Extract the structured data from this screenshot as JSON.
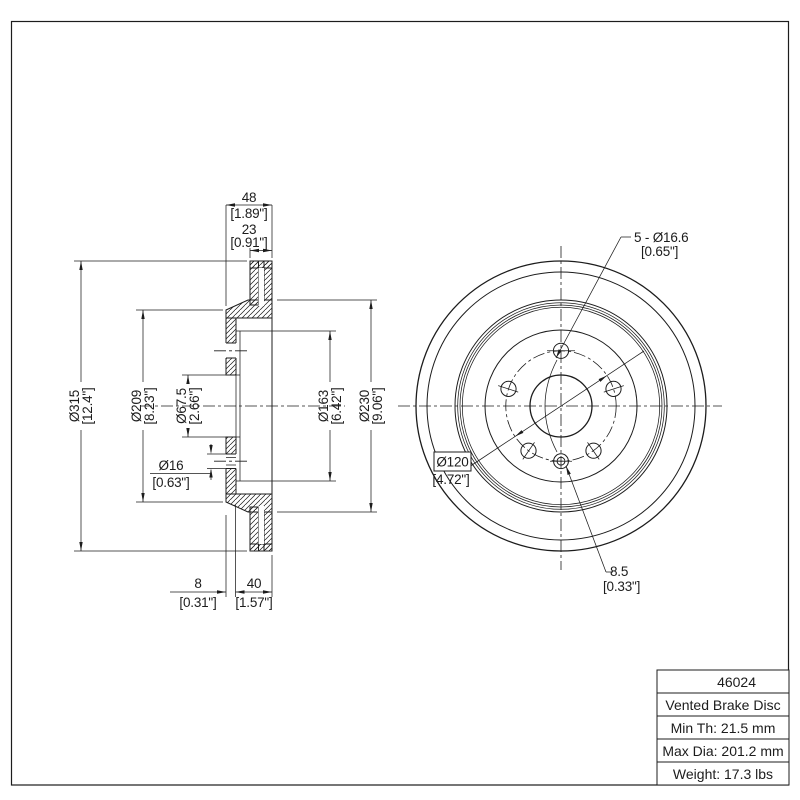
{
  "drawing": {
    "type": "engineering-drawing",
    "views": [
      "section-view",
      "front-view"
    ],
    "colors": {
      "line": "#1c1c1c",
      "background": "#ffffff"
    }
  },
  "dims": {
    "d48": {
      "mm": "48",
      "in": "[1.89\"]"
    },
    "d23": {
      "mm": "23",
      "in": "[0.91\"]"
    },
    "d315": {
      "mm": "Ø315",
      "in": "[12.4\"]"
    },
    "d209": {
      "mm": "Ø209",
      "in": "[8.23\"]"
    },
    "d675": {
      "mm": "Ø67.5",
      "in": "[2.66\"]"
    },
    "d16": {
      "mm": "Ø16",
      "in": "[0.63\"]"
    },
    "d163": {
      "mm": "Ø163",
      "in": "[6.42\"]"
    },
    "d230": {
      "mm": "Ø230",
      "in": "[9.06\"]"
    },
    "d8": {
      "mm": "8",
      "in": "[0.31\"]"
    },
    "d40": {
      "mm": "40",
      "in": "[1.57\"]"
    },
    "bolt_holes": {
      "mm": "5 - Ø16.6",
      "in": "[0.65\"]"
    },
    "bolt_circle": {
      "mm": "Ø120",
      "in": "[4.72\"]"
    },
    "screw_hole": {
      "mm": "8.5",
      "in": "[0.33\"]"
    }
  },
  "title_block": {
    "part_number": "46024",
    "description": "Vented Brake Disc",
    "min_thickness": "Min Th: 21.5 mm",
    "max_diameter": "Max Dia: 201.2 mm",
    "weight": "Weight: 17.3 lbs"
  }
}
